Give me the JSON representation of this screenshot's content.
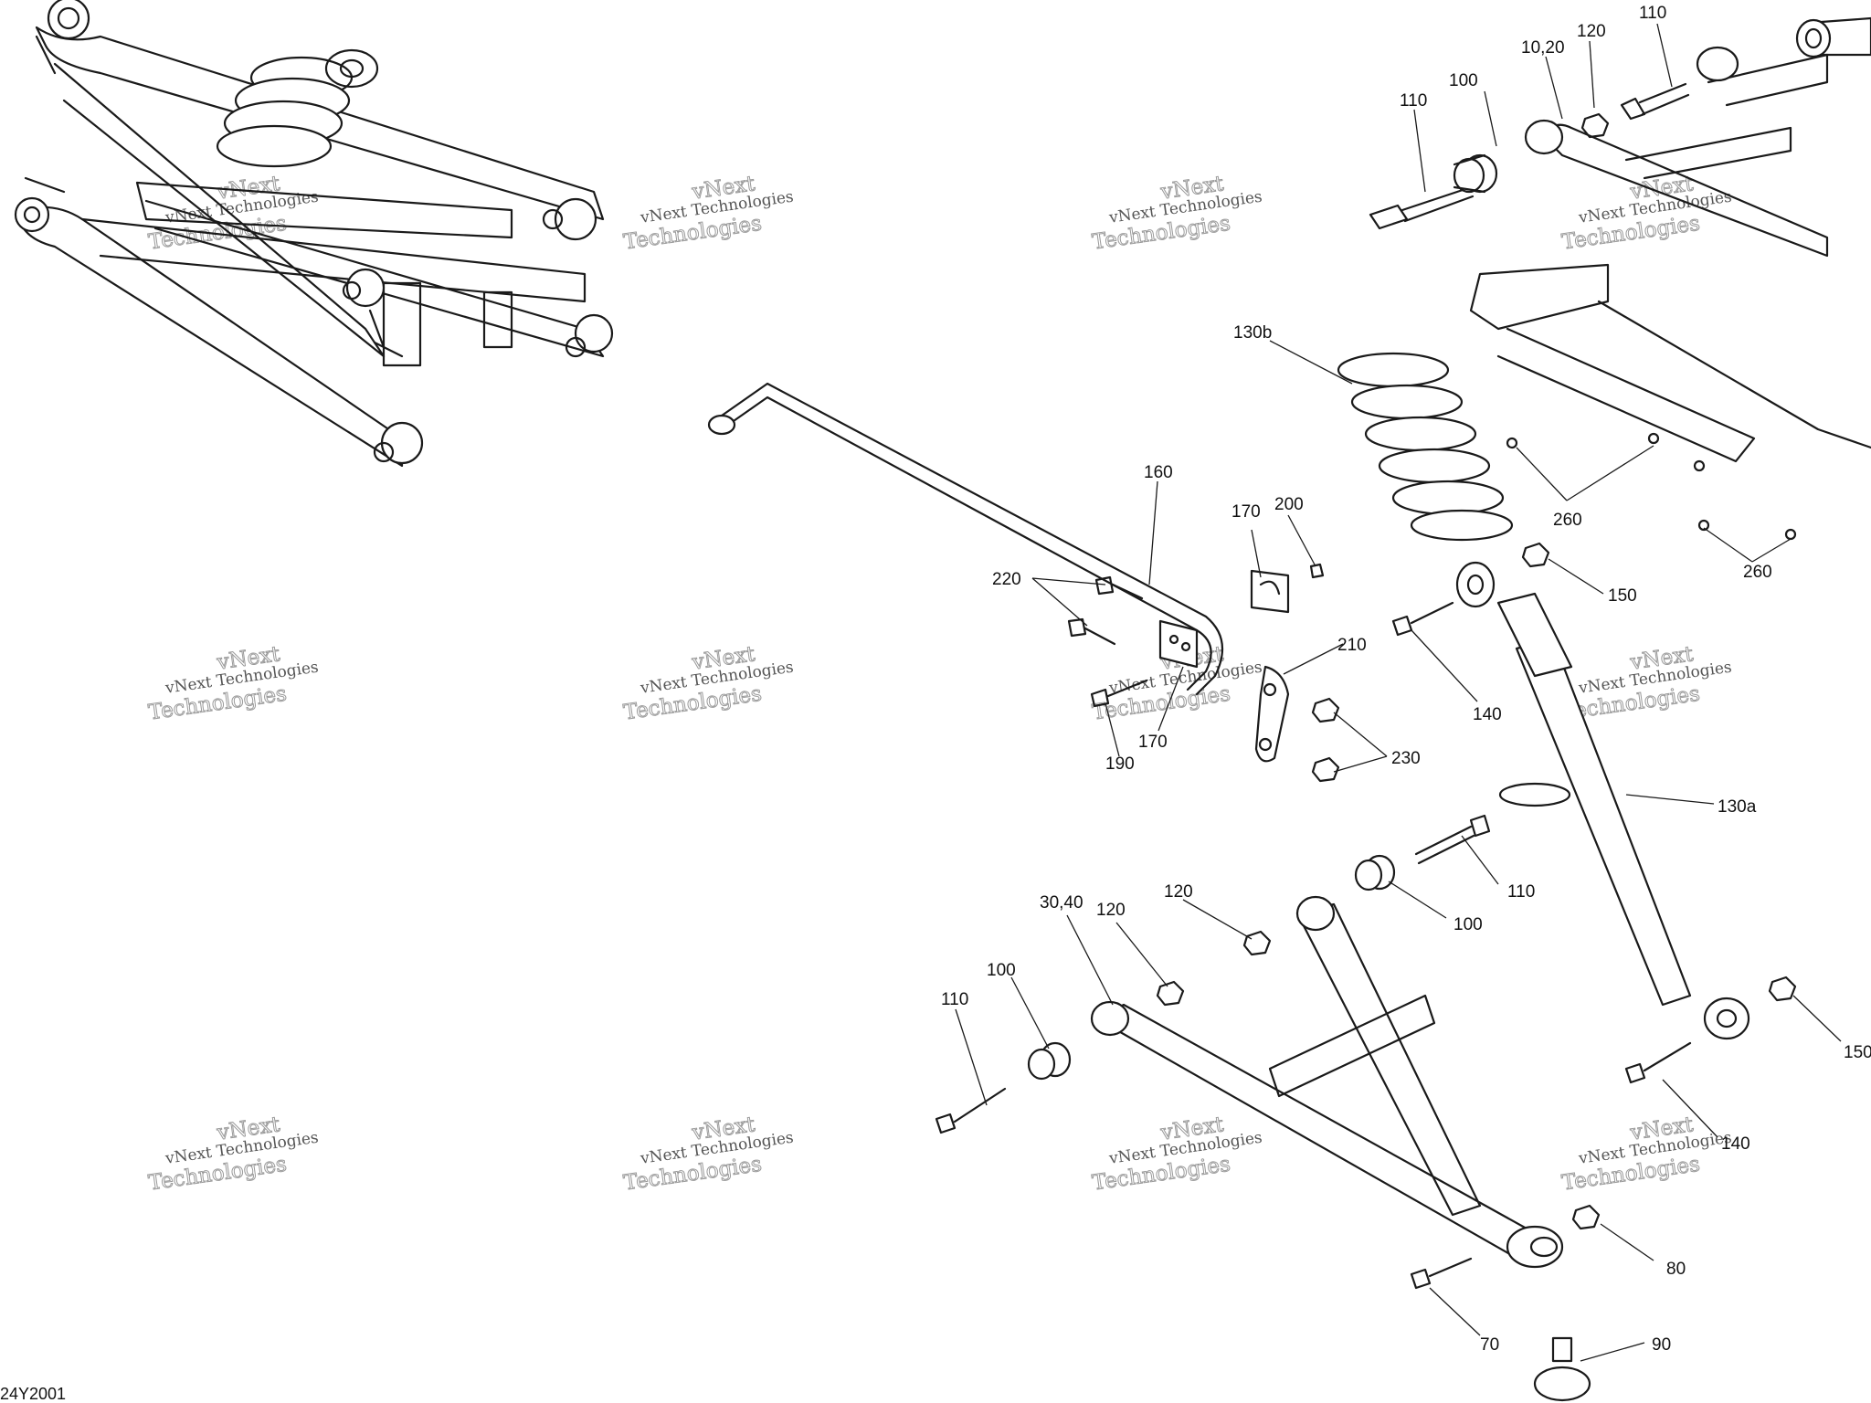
{
  "diagram_code": "24Y2001",
  "watermark": {
    "line1": "vNext Technologies",
    "line2": "vNext",
    "line3": "Technologies"
  },
  "callouts": {
    "c110_top_a": "110",
    "c100_top": "100",
    "c1020": "10,20",
    "c120_top": "120",
    "c110_top_b": "110",
    "c130b": "130b",
    "c260_a": "260",
    "c260_b": "260",
    "c150_a": "150",
    "c140_a": "140",
    "c160": "160",
    "c170_a": "170",
    "c200": "200",
    "c220": "220",
    "c210": "210",
    "c230": "230",
    "c170_b": "170",
    "c190": "190",
    "c130a": "130a",
    "c110_mid": "110",
    "c100_mid": "100",
    "c120_mid_a": "120",
    "c120_mid_b": "120",
    "c3040": "30,40",
    "c100_low": "100",
    "c110_low": "110",
    "c150_b": "150",
    "c140_b": "140",
    "c80": "80",
    "c70": "70",
    "c90": "90"
  },
  "colors": {
    "line": "#1a1a1a",
    "background": "#ffffff",
    "watermark": "#9a9a9a"
  }
}
